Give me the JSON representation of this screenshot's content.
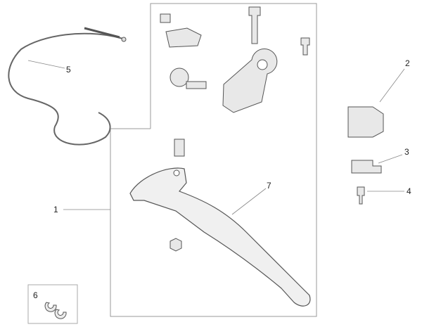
{
  "callouts": {
    "c1": "1",
    "c2": "2",
    "c3": "3",
    "c4": "4",
    "c5": "5",
    "c6": "6",
    "c7": "7"
  },
  "colors": {
    "line": "#888888",
    "part": "#555555",
    "fill": "#e6e6e6"
  }
}
